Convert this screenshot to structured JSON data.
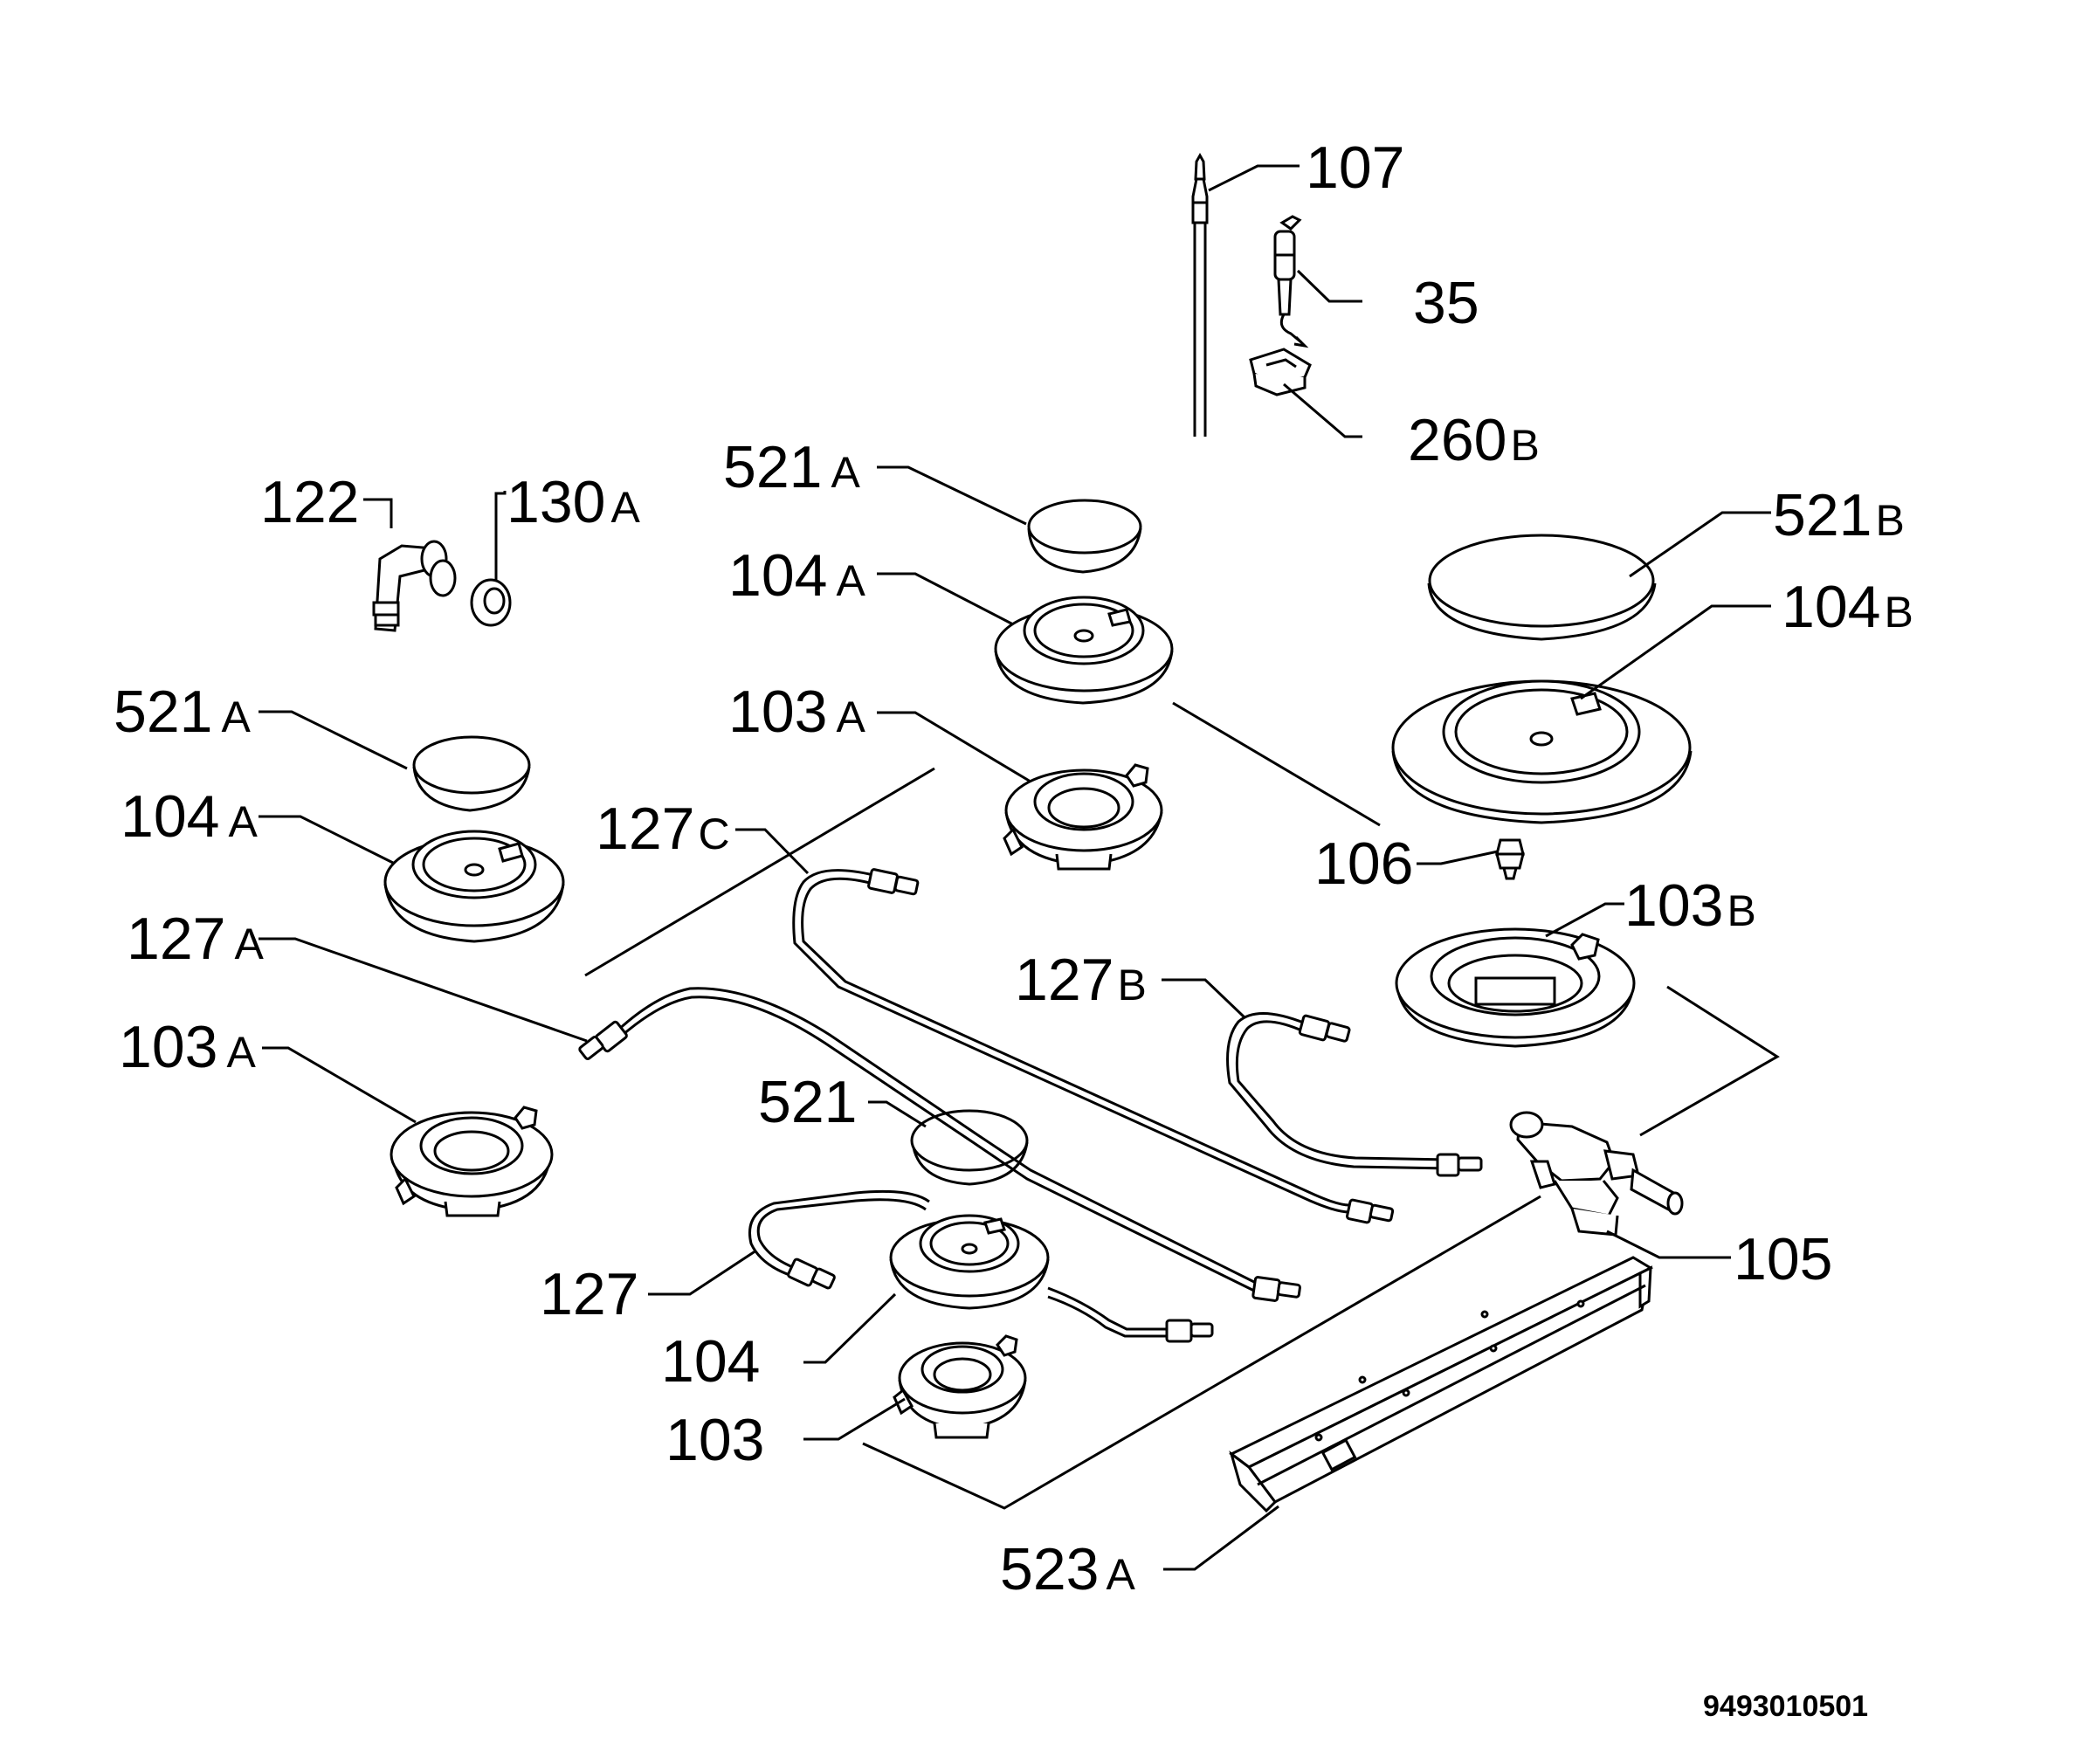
{
  "diagram": {
    "drawing_number": "9493010501",
    "labels": [
      {
        "id": "l107",
        "num": "107",
        "sub": ""
      },
      {
        "id": "l35",
        "num": "35",
        "sub": ""
      },
      {
        "id": "l260b",
        "num": "260",
        "sub": "B"
      },
      {
        "id": "l521a_top",
        "num": "521",
        "sub": "A"
      },
      {
        "id": "l104a_top",
        "num": "104",
        "sub": "A"
      },
      {
        "id": "l103a_mid",
        "num": "103",
        "sub": "A"
      },
      {
        "id": "l521b",
        "num": "521",
        "sub": "B"
      },
      {
        "id": "l104b",
        "num": "104",
        "sub": "B"
      },
      {
        "id": "l106",
        "num": "106",
        "sub": ""
      },
      {
        "id": "l103b",
        "num": "103",
        "sub": "B"
      },
      {
        "id": "l122",
        "num": "122",
        "sub": ""
      },
      {
        "id": "l130a",
        "num": "130",
        "sub": "A"
      },
      {
        "id": "l521a_left",
        "num": "521",
        "sub": "A"
      },
      {
        "id": "l104a_left",
        "num": "104",
        "sub": "A"
      },
      {
        "id": "l127c",
        "num": "127",
        "sub": "C"
      },
      {
        "id": "l127a",
        "num": "127",
        "sub": "A"
      },
      {
        "id": "l127b",
        "num": "127",
        "sub": "B"
      },
      {
        "id": "l103a_left",
        "num": "103",
        "sub": "A"
      },
      {
        "id": "l521",
        "num": "521",
        "sub": ""
      },
      {
        "id": "l127",
        "num": "127",
        "sub": ""
      },
      {
        "id": "l104",
        "num": "104",
        "sub": ""
      },
      {
        "id": "l103",
        "num": "103",
        "sub": ""
      },
      {
        "id": "l105",
        "num": "105",
        "sub": ""
      },
      {
        "id": "l523a",
        "num": "523",
        "sub": "A"
      }
    ]
  }
}
